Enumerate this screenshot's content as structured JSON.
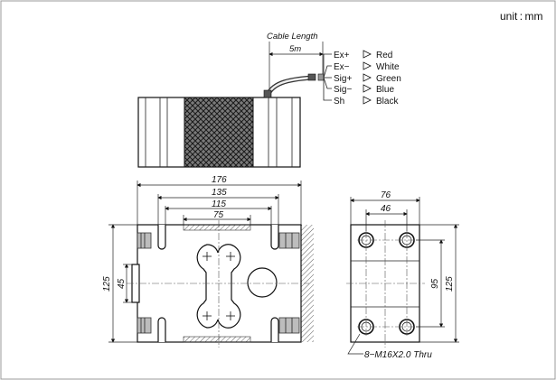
{
  "unit_label": "unit : mm",
  "cable": {
    "title": "Cable Length",
    "length": "5m",
    "wires": [
      {
        "signal": "Ex+",
        "color": "Red"
      },
      {
        "signal": "Ex−",
        "color": "White"
      },
      {
        "signal": "Sig+",
        "color": "Green"
      },
      {
        "signal": "Sig−",
        "color": "Blue"
      },
      {
        "signal": "Sh",
        "color": "Black"
      }
    ]
  },
  "front_view": {
    "dims": {
      "overall": "176",
      "d135": "135",
      "d115": "115",
      "d75": "75",
      "height": "125",
      "d45": "45"
    }
  },
  "side_view": {
    "dims": {
      "width": "76",
      "hole_spacing_x": "46",
      "hole_spacing_y": "95",
      "height": "125"
    },
    "hole_note": "8−M16X2.0 Thru"
  }
}
